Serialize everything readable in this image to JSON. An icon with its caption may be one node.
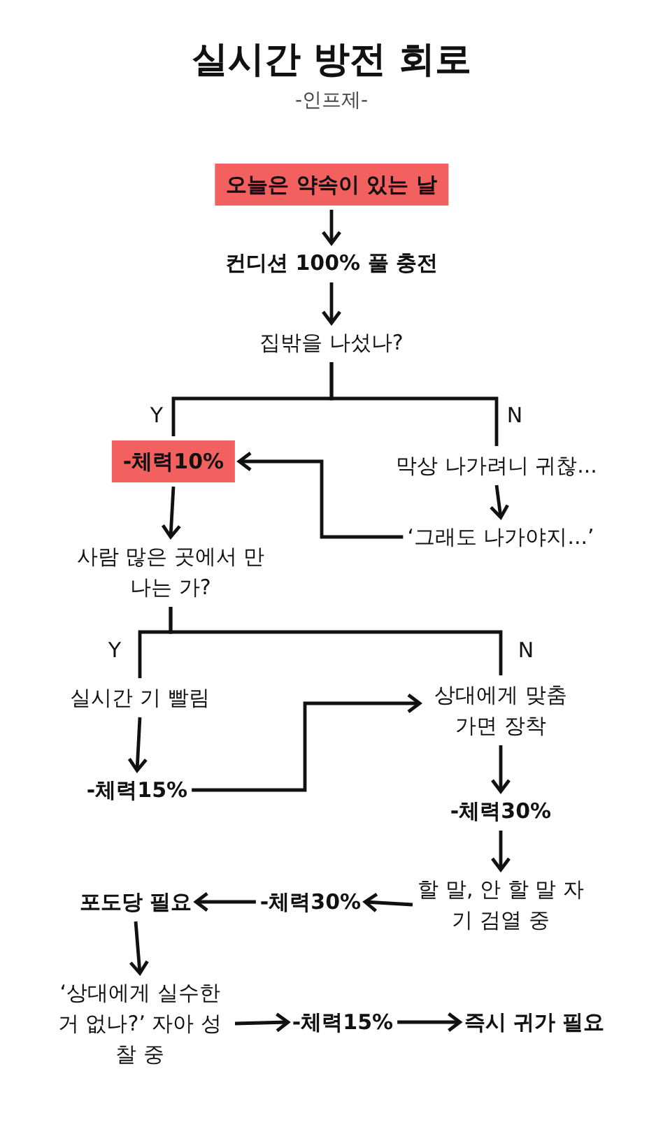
{
  "diagram": {
    "title": "실시간 방전 회로",
    "nodes": [
      {
        "text": [
          "오늘은 약속이 있는 날"
        ]
      },
      {
        "text": [
          "컨디션 100% 풀 충전"
        ]
      },
      {
        "text": [
          "집밖을 나섰나?"
        ]
      },
      {
        "text": [
          "-체력10%"
        ]
      },
      {
        "text": [
          "막상 나가려니 귀찮..."
        ]
      },
      {
        "text": [
          "‘그래도 나가야지...’"
        ]
      },
      {
        "text": [
          "사람 많은 곳에서 만나는 가?"
        ]
      },
      {
        "text": [
          "실시간 기 빨림"
        ]
      },
      {
        "text": [
          "상대에게 맞춤 가면 장착"
        ]
      },
      {
        "text": [
          "-체력15%"
        ]
      },
      {
        "text": [
          "-체력30%"
        ]
      },
      {
        "text": [
          "할 말, 안 할 말 자기 검열 중"
        ]
      },
      {
        "text": [
          "-체력30%"
        ]
      },
      {
        "text": [
          "포도당 필요"
        ]
      },
      {
        "text": [
          "‘상대에게 실수한 거 없나?’ 자아 성찰 중"
        ]
      },
      {
        "text": [
          "-체력15%"
        ]
      },
      {
        "text": [
          "즉시 귀가 필요"
        ]
      }
    ],
    "edges": [
      {
        "from": 0,
        "to": 1,
        "arrow": "to"
      },
      {
        "from": 1,
        "to": 2,
        "arrow": "to"
      },
      {
        "from": 2,
        "to": 3,
        "arrow": "none",
        "label": "Y"
      },
      {
        "from": 2,
        "to": 4,
        "arrow": "none",
        "label": "N"
      },
      {
        "from": 4,
        "to": 5,
        "arrow": "to"
      },
      {
        "from": 5,
        "to": 3,
        "arrow": "to"
      },
      {
        "from": 3,
        "to": 6,
        "arrow": "to"
      },
      {
        "from": 6,
        "to": 7,
        "arrow": "none",
        "label": "Y"
      },
      {
        "from": 6,
        "to": 8,
        "arrow": "none",
        "label": "N"
      },
      {
        "from": 7,
        "to": 9,
        "arrow": "to"
      },
      {
        "from": 9,
        "to": 8,
        "arrow": "to"
      },
      {
        "from": 8,
        "to": 10,
        "arrow": "to"
      },
      {
        "from": 10,
        "to": 11,
        "arrow": "to"
      },
      {
        "from": 11,
        "to": 12,
        "arrow": "to"
      },
      {
        "from": 12,
        "to": 13,
        "arrow": "to"
      },
      {
        "from": 13,
        "to": 14,
        "arrow": "to"
      },
      {
        "from": 14,
        "to": 15,
        "arrow": "to"
      },
      {
        "from": 15,
        "to": 16,
        "arrow": "to"
      }
    ],
    "labels": [
      "-인프제-"
    ]
  }
}
